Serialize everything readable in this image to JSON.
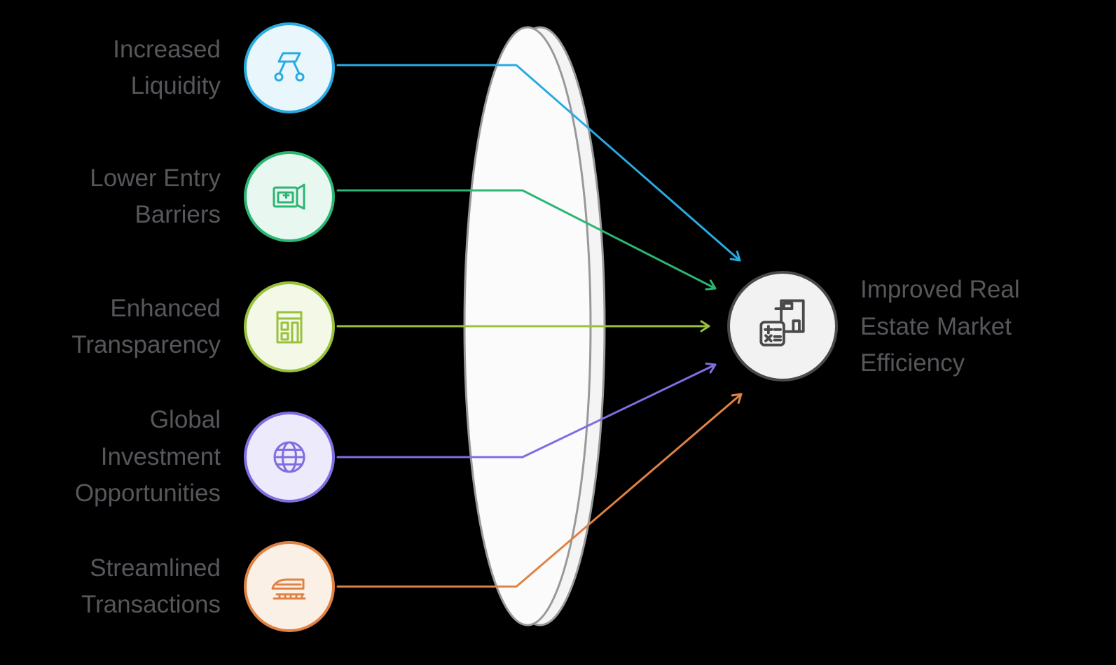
{
  "items": [
    {
      "label": "Increased\nLiquidity",
      "icon": "flowchart-nodes-icon",
      "color": "#29ABE2",
      "fill": "#E9F6FC"
    },
    {
      "label": "Lower Entry\nBarriers",
      "icon": "wallet-icon",
      "color": "#2BB673",
      "fill": "#E9F7F1"
    },
    {
      "label": "Enhanced\nTransparency",
      "icon": "building-icon",
      "color": "#99C13C",
      "fill": "#F4F8E6"
    },
    {
      "label": "Global\nInvestment\nOpportunities",
      "icon": "globe-icon",
      "color": "#7F6EE0",
      "fill": "#ECEAFB"
    },
    {
      "label": "Streamlined\nTransactions",
      "icon": "train-icon",
      "color": "#DF8244",
      "fill": "#FBF0E5"
    }
  ],
  "output": {
    "label": "Improved Real\nEstate Market\nEfficiency",
    "icon": "calculator-document-icon",
    "color": "#4A4A4A",
    "fill": "#F2F2F2"
  },
  "lens": {
    "fill": "#FAFAFA",
    "stroke": "#98999B"
  },
  "background": "#000000",
  "text_color": "#56575B"
}
